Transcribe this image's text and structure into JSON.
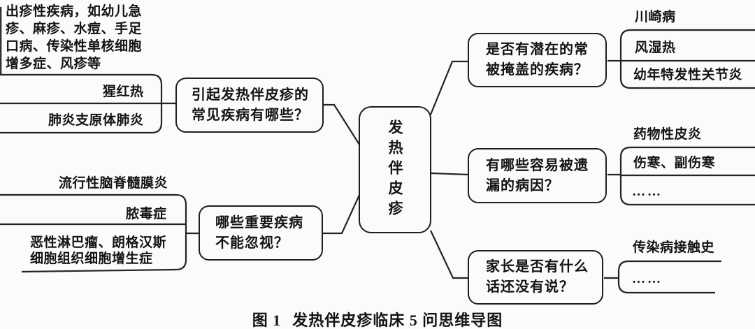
{
  "palette": {
    "background": "#fbfbfa",
    "line": "#232323",
    "text": "#141414",
    "box_border": "#1e1e1e"
  },
  "caption": {
    "label": "图 1",
    "text": "发热伴皮疹临床 5 问思维导图"
  },
  "center_node": {
    "text": "发热伴皮疹"
  },
  "questions": {
    "q1": {
      "line1": "引起发热伴皮疹的",
      "line2": "常见疾病有哪些？"
    },
    "q2": {
      "line1": "哪些重要疾病",
      "line2": "不能忽视？"
    },
    "q3": {
      "line1": "是否有潜在的常",
      "line2": "被掩盖的疾病？"
    },
    "q4": {
      "line1": "有哪些容易被遗",
      "line2": "漏的病因？"
    },
    "q5": {
      "line1": "家长是否有什么",
      "line2": "话还没有说？"
    }
  },
  "answers": {
    "a1": {
      "line1": "出疹性疾病，如幼儿急",
      "line2": "疹、麻疹、水痘、手足",
      "line3": "口病、传染性单核细胞",
      "line4": "增多症、风疹等"
    },
    "a2": "猩红热",
    "a3": "肺炎支原体肺炎",
    "b1": "流行性脑脊髓膜炎",
    "b2": "脓毒症",
    "b3": {
      "line1": "恶性淋巴瘤、朗格汉斯",
      "line2": "细胞组织细胞增生症"
    },
    "c1": "川崎病",
    "c2": "风湿热",
    "c3": "幼年特发性关节炎",
    "d1": "药物性皮炎",
    "d2": "伤寒、副伤寒",
    "d3": "……",
    "e1": "传染病接触史",
    "e2": "……"
  }
}
